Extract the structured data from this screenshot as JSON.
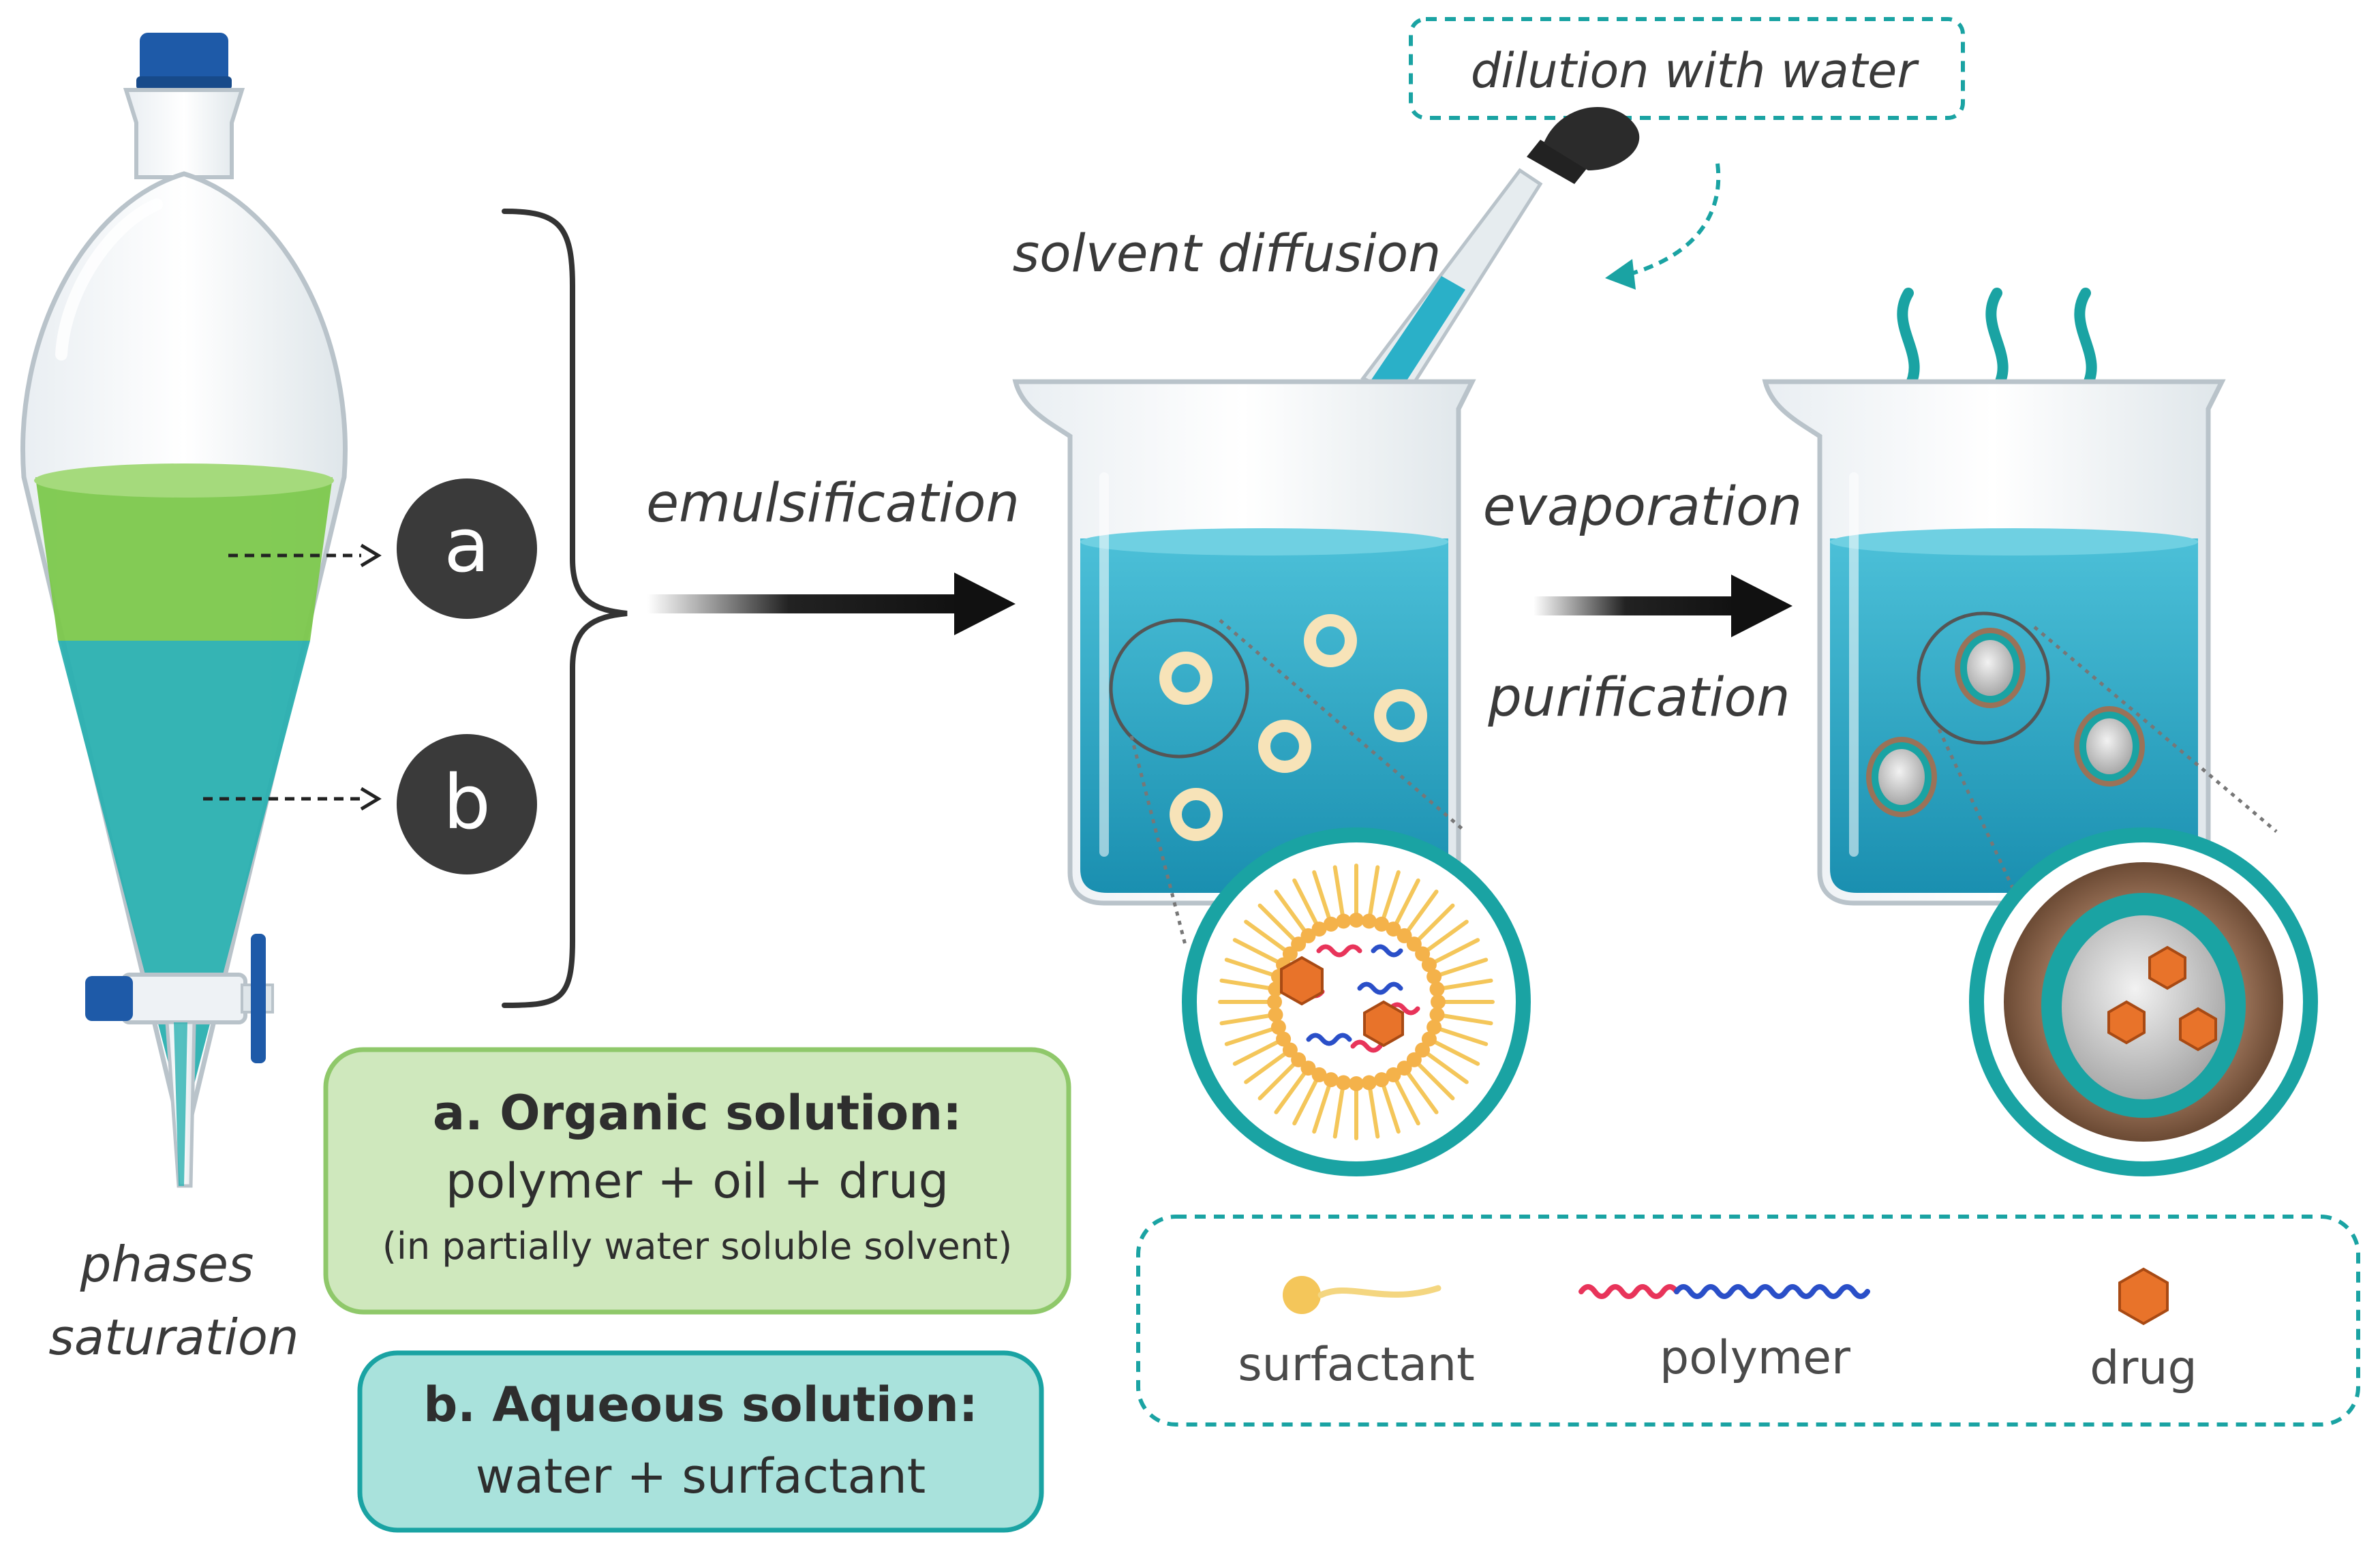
{
  "process": {
    "flask_label_line1": "phases",
    "flask_label_line2": "saturation",
    "marker_a": "a",
    "marker_b": "b",
    "step_emulsification": "emulsification",
    "step_solvent_diffusion": "solvent diffusion",
    "step_dilution": "dilution with water",
    "step_evaporation": "evaporation",
    "step_purification": "purification"
  },
  "solutions": {
    "organic_title": "a. Organic solution:",
    "organic_body": "polymer + oil + drug",
    "organic_note": "(in partially water soluble solvent)",
    "aqueous_title": "b. Aqueous solution:",
    "aqueous_body": "water + surfactant"
  },
  "legend": {
    "surfactant": "surfactant",
    "polymer": "polymer",
    "drug": "drug"
  },
  "colors": {
    "organic_phase": "#7cc84c",
    "aqueous_phase": "#2ab0b0",
    "beaker_liquid": "#2a9fc0",
    "accent_teal": "#1aa3a3",
    "drug_orange": "#e8732a",
    "surfactant_yellow": "#f4c65a",
    "polymer_red": "#e8345a",
    "polymer_blue": "#2a4fc8"
  }
}
